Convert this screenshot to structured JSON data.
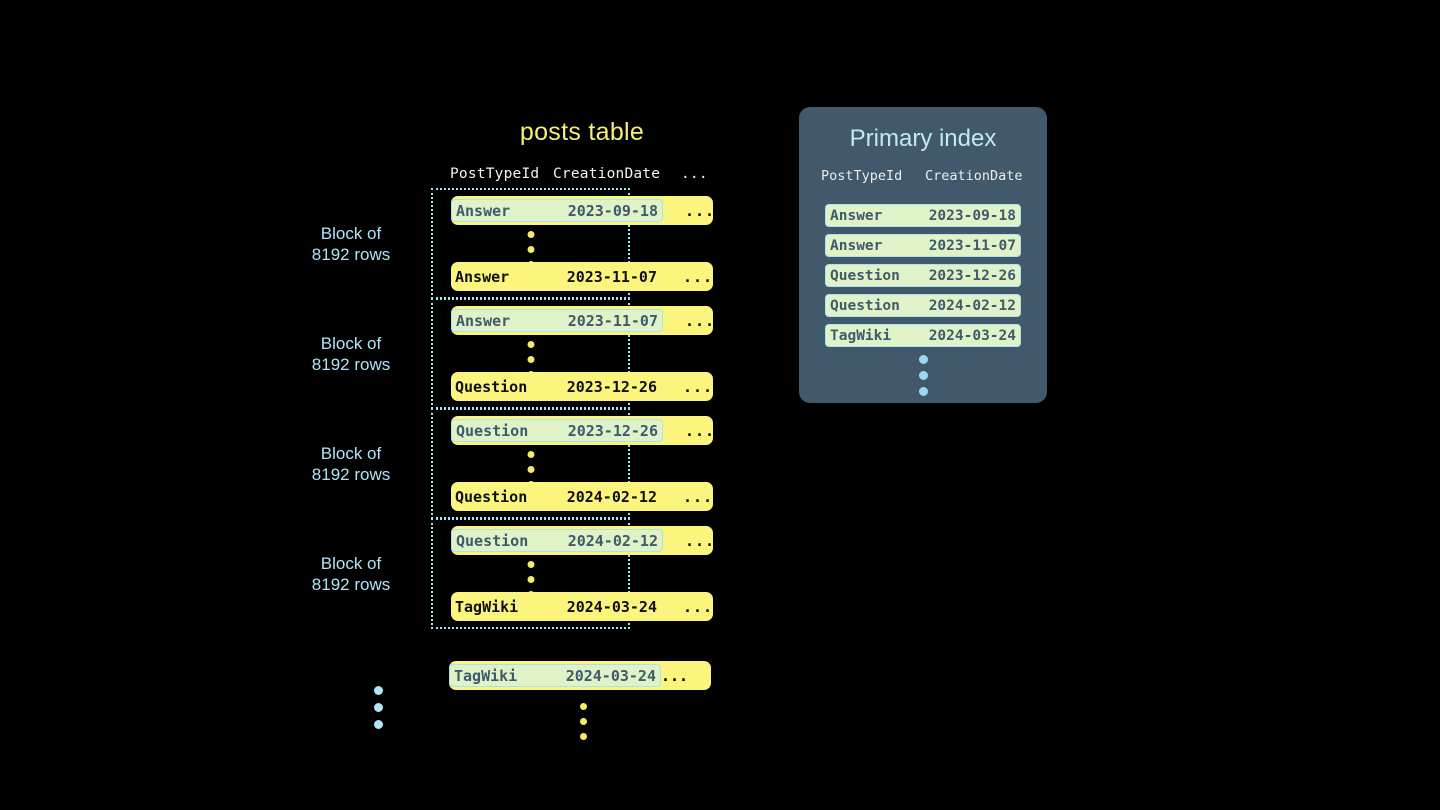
{
  "posts_table": {
    "title": "posts table",
    "columns": [
      "PostTypeId",
      "CreationDate",
      "..."
    ],
    "row_ellipsis": "...",
    "block_label": "Block of\n8192 rows",
    "blocks": [
      {
        "label": "Block of\n8192 rows",
        "first_row": {
          "type": "Answer",
          "date": "2023-09-18",
          "rest": "...",
          "highlighted": true
        },
        "last_row": {
          "type": "Answer",
          "date": "2023-11-07",
          "rest": "...",
          "highlighted": false
        }
      },
      {
        "label": "Block of\n8192 rows",
        "first_row": {
          "type": "Answer",
          "date": "2023-11-07",
          "rest": "...",
          "highlighted": true
        },
        "last_row": {
          "type": "Question",
          "date": "2023-12-26",
          "rest": "...",
          "highlighted": false
        }
      },
      {
        "label": "Block of\n8192 rows",
        "first_row": {
          "type": "Question",
          "date": "2023-12-26",
          "rest": "...",
          "highlighted": true
        },
        "last_row": {
          "type": "Question",
          "date": "2024-02-12",
          "rest": "...",
          "highlighted": false
        }
      },
      {
        "label": "Block of\n8192 rows",
        "first_row": {
          "type": "Question",
          "date": "2024-02-12",
          "rest": "...",
          "highlighted": true
        },
        "last_row": {
          "type": "TagWiki",
          "date": "2024-03-24",
          "rest": "...",
          "highlighted": false
        }
      }
    ],
    "trailing_row": {
      "type": "TagWiki",
      "date": "2024-03-24",
      "rest": "...",
      "highlighted": true
    }
  },
  "primary_index": {
    "title": "Primary index",
    "columns": [
      "PostTypeId",
      "CreationDate"
    ],
    "rows": [
      {
        "type": "Answer",
        "date": "2023-09-18"
      },
      {
        "type": "Answer",
        "date": "2023-11-07"
      },
      {
        "type": "Question",
        "date": "2023-12-26"
      },
      {
        "type": "Question",
        "date": "2024-02-12"
      },
      {
        "type": "TagWiki",
        "date": "2024-03-24"
      }
    ]
  },
  "colors": {
    "background": "#000000",
    "row_yellow": "#fbf57e",
    "highlight_green": "#e0f2c8",
    "accent_cyan": "#a9e2f3",
    "panel_slate": "#41596b",
    "title_yellow": "#f5f07a",
    "dot_yellow": "#f5ec64"
  }
}
